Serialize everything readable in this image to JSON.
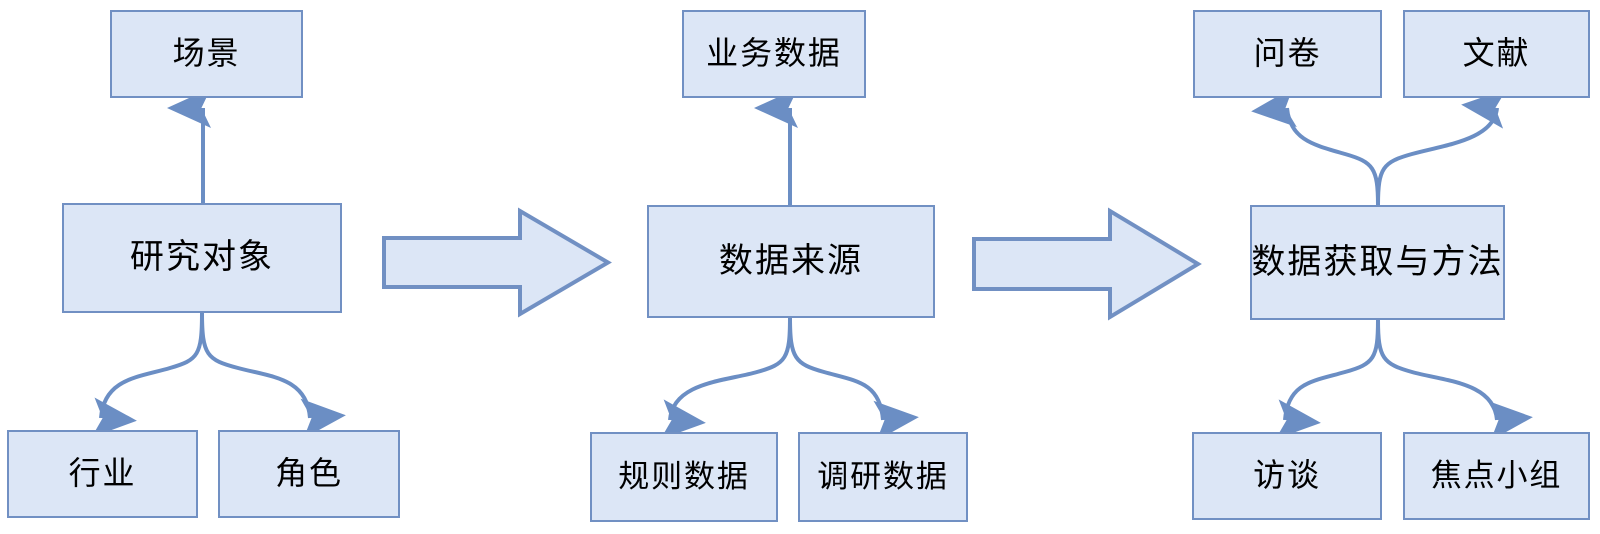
{
  "diagram": {
    "type": "flowchart",
    "title": "",
    "background_color": "#ffffff",
    "node_fill_color": "#dce6f6",
    "node_border_color": "#7190c3",
    "connector_color": "#6b8ec4",
    "text_color": "#000000",
    "groups": [
      {
        "id": "group-research-subject",
        "center": {
          "label": "研究对象"
        },
        "top": [
          {
            "label": "场景"
          }
        ],
        "bottom": [
          {
            "label": "行业"
          },
          {
            "label": "角色"
          }
        ]
      },
      {
        "id": "group-data-source",
        "center": {
          "label": "数据来源"
        },
        "top": [
          {
            "label": "业务数据"
          }
        ],
        "bottom": [
          {
            "label": "规则数据"
          },
          {
            "label": "调研数据"
          }
        ]
      },
      {
        "id": "group-data-acquisition",
        "center": {
          "label": "数据获取与方法"
        },
        "top": [
          {
            "label": "问卷"
          },
          {
            "label": "文献"
          }
        ],
        "bottom": [
          {
            "label": "访谈"
          },
          {
            "label": "焦点小组"
          }
        ]
      }
    ],
    "stage_arrows": [
      {
        "id": "stage-arrow-1",
        "from": "group-research-subject",
        "to": "group-data-source"
      },
      {
        "id": "stage-arrow-2",
        "from": "group-data-source",
        "to": "group-data-acquisition"
      }
    ]
  }
}
